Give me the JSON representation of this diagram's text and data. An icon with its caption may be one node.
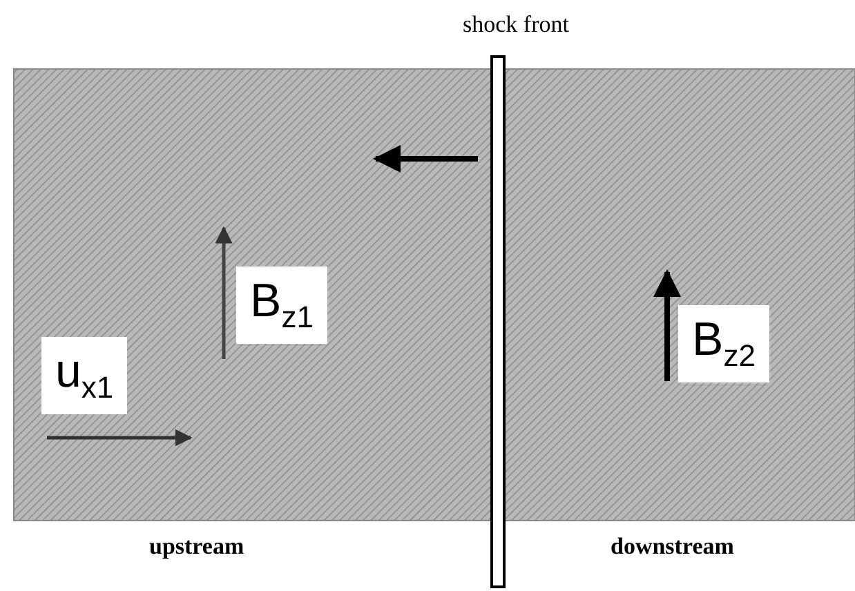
{
  "diagram": {
    "labels": [
      "shock front",
      "B$_{z1}$",
      "u$_{x1}$",
      "B$_{z2}$",
      "upstream",
      "downstream"
    ]
  }
}
